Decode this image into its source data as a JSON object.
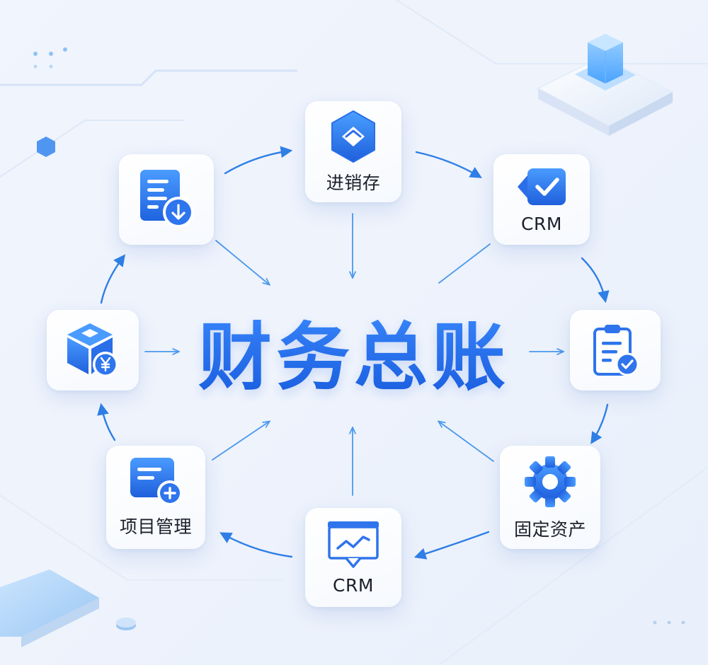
{
  "center": {
    "title": "财务总账"
  },
  "modules": [
    {
      "id": "doc",
      "label": "",
      "icon": "document-download-icon"
    },
    {
      "id": "inv",
      "label": "进销存",
      "icon": "hexagon-diamond-icon"
    },
    {
      "id": "crm1",
      "label": "CRM",
      "icon": "check-badge-icon"
    },
    {
      "id": "clip",
      "label": "",
      "icon": "clipboard-check-icon"
    },
    {
      "id": "fixed",
      "label": "固定资产",
      "icon": "gear-icon"
    },
    {
      "id": "crm2",
      "label": "CRM",
      "icon": "chart-monitor-icon"
    },
    {
      "id": "proj",
      "label": "项目管理",
      "icon": "card-plus-icon"
    },
    {
      "id": "box",
      "label": "",
      "icon": "box-yuan-icon"
    }
  ],
  "colors": {
    "accent": "#2a6ff0",
    "accent_light": "#4a9bff",
    "arrow": "#2f7fe6",
    "text": "#1b1f2a"
  }
}
